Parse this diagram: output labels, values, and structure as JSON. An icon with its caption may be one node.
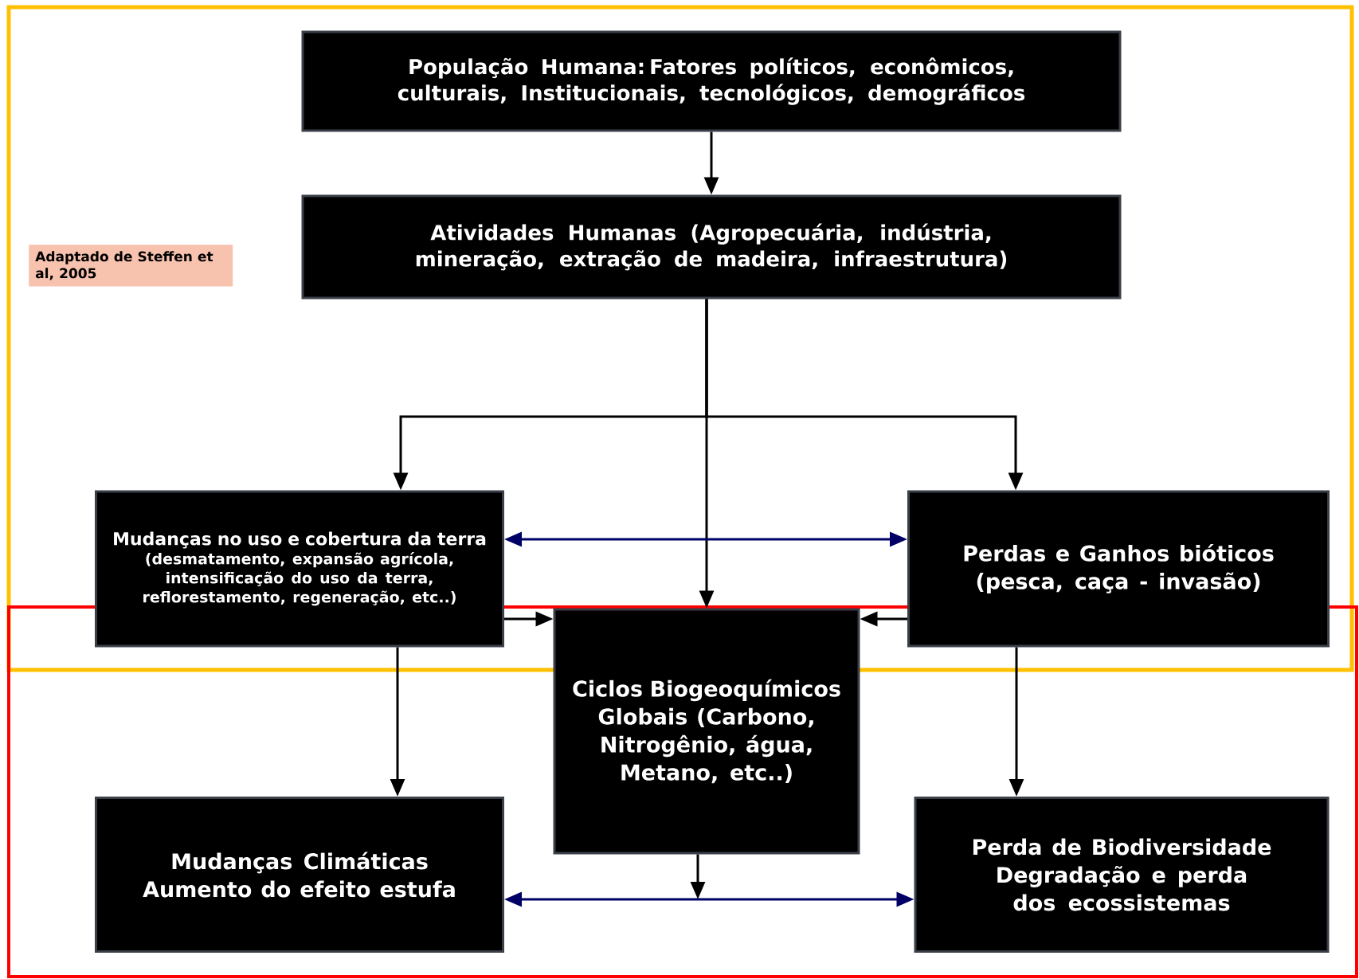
{
  "diagram": {
    "nodes": [
      {
        "text": [
          "População Humana: Fatores políticos, econômicos, culturais, Institucionais, tecnológicos, demográficos"
        ]
      },
      {
        "text": [
          "Atividades Humanas (Agropecuária, indústria, mineração, extração de madeira, infraestrutura)"
        ]
      },
      {
        "text": [
          "Mudanças no uso e cobertura da terra",
          "(desmatamento, expansão agrícola, intensificação do uso da terra, reflorestamento, regeneração, etc..)"
        ]
      },
      {
        "text": [
          "Perdas e Ganhos bióticos (pesca, caça - invasão)"
        ]
      },
      {
        "text": [
          "Ciclos Biogeoquímicos Globais (Carbono, Nitrogênio, água, Metano, etc..)"
        ]
      },
      {
        "text": [
          "Mudanças Climáticas Aumento do efeito estufa"
        ]
      },
      {
        "text": [
          "Perda de Biodiversidade Degradação e perda dos ecossistemas"
        ]
      }
    ],
    "edges": [
      {
        "from": 0,
        "to": 1,
        "arrow": "to"
      },
      {
        "from": 1,
        "to": 2,
        "arrow": "to"
      },
      {
        "from": 1,
        "to": 4,
        "arrow": "to"
      },
      {
        "from": 1,
        "to": 3,
        "arrow": "to"
      },
      {
        "from": 2,
        "to": 3,
        "arrow": "both",
        "color": "#000066"
      },
      {
        "from": 2,
        "to": 4,
        "arrow": "to"
      },
      {
        "from": 3,
        "to": 4,
        "arrow": "to"
      },
      {
        "from": 2,
        "to": 5,
        "arrow": "to"
      },
      {
        "from": 3,
        "to": 6,
        "arrow": "to"
      },
      {
        "from": 4,
        "to": null,
        "arrow": "to"
      },
      {
        "from": 5,
        "to": 6,
        "arrow": "both",
        "color": "#000066"
      }
    ],
    "labels": [
      "Adaptado de Steffen et al, 2005"
    ]
  }
}
